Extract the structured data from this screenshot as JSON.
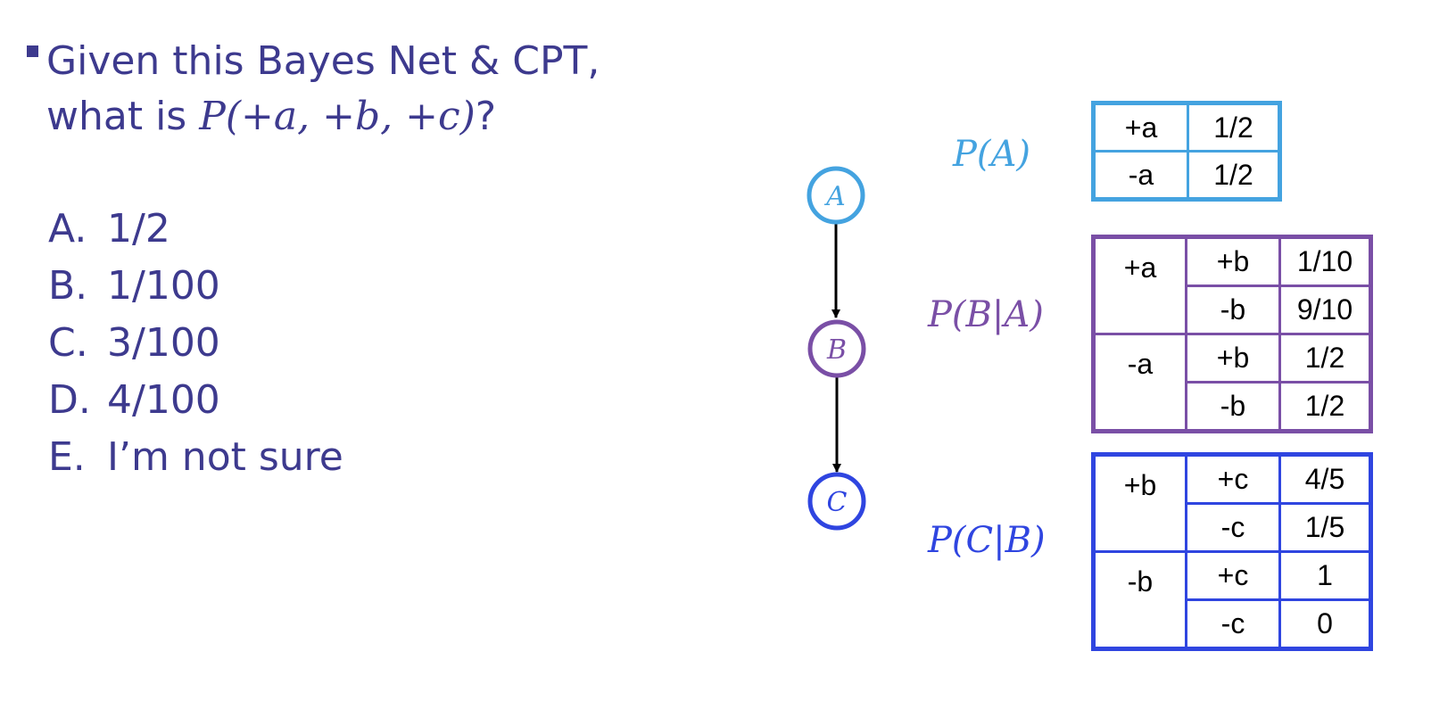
{
  "question": {
    "line1": "Given this Bayes Net & CPT,",
    "line2_prefix": "what is",
    "line2_math": "P(+a, +b, +c)",
    "line2_suffix": "?"
  },
  "options": [
    {
      "letter": "A.",
      "text": "1/2"
    },
    {
      "letter": "B.",
      "text": "1/100"
    },
    {
      "letter": "C.",
      "text": "3/100"
    },
    {
      "letter": "D.",
      "text": "4/100"
    },
    {
      "letter": "E.",
      "text": "I’m not sure"
    }
  ],
  "graph": {
    "nodes": [
      {
        "id": "A",
        "label": "A",
        "color": "#44a3e0"
      },
      {
        "id": "B",
        "label": "B",
        "color": "#7a4fa6"
      },
      {
        "id": "C",
        "label": "C",
        "color": "#2f45e0"
      }
    ],
    "edges": [
      {
        "from": "A",
        "to": "B"
      },
      {
        "from": "B",
        "to": "C"
      }
    ]
  },
  "cpt_a": {
    "label": "P(A)",
    "color": "#44a3e0",
    "rows": [
      {
        "a": "+a",
        "p": "1/2"
      },
      {
        "a": "-a",
        "p": "1/2"
      }
    ]
  },
  "cpt_b": {
    "label": "P(B|A)",
    "color": "#7a4fa6",
    "groups": [
      {
        "parent": "+a",
        "rows": [
          {
            "v": "+b",
            "p": "1/10"
          },
          {
            "v": "-b",
            "p": "9/10"
          }
        ]
      },
      {
        "parent": "-a",
        "rows": [
          {
            "v": "+b",
            "p": "1/2"
          },
          {
            "v": "-b",
            "p": "1/2"
          }
        ]
      }
    ]
  },
  "cpt_c": {
    "label": "P(C|B)",
    "color": "#2f45e0",
    "groups": [
      {
        "parent": "+b",
        "rows": [
          {
            "v": "+c",
            "p": "4/5"
          },
          {
            "v": "-c",
            "p": "1/5"
          }
        ]
      },
      {
        "parent": "-b",
        "rows": [
          {
            "v": "+c",
            "p": "1"
          },
          {
            "v": "-c",
            "p": "0"
          }
        ]
      }
    ]
  }
}
